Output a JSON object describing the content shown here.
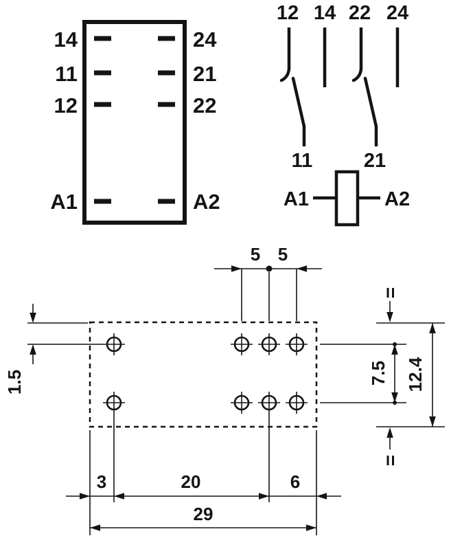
{
  "pin_view": {
    "left_pins": [
      "14",
      "11",
      "12",
      "A1"
    ],
    "right_pins": [
      "24",
      "21",
      "22",
      "A2"
    ]
  },
  "schematic": {
    "top_terminals": [
      "12",
      "14",
      "22",
      "24"
    ],
    "common_terminals": [
      "11",
      "21"
    ],
    "coil_terminals": [
      "A1",
      "A2"
    ]
  },
  "drill_plan": {
    "dims": {
      "pitch_left": "5",
      "pitch_right": "5",
      "edge_offset": "1.5",
      "row_spacing": "7.5",
      "height": "12.4",
      "bottom_left": "3",
      "bottom_middle": "20",
      "bottom_right": "6",
      "total_width": "29"
    },
    "equal_marks": {
      "top": "=",
      "bottom": "="
    }
  },
  "colors": {
    "ink": "#141414",
    "paper": "#ffffff"
  }
}
